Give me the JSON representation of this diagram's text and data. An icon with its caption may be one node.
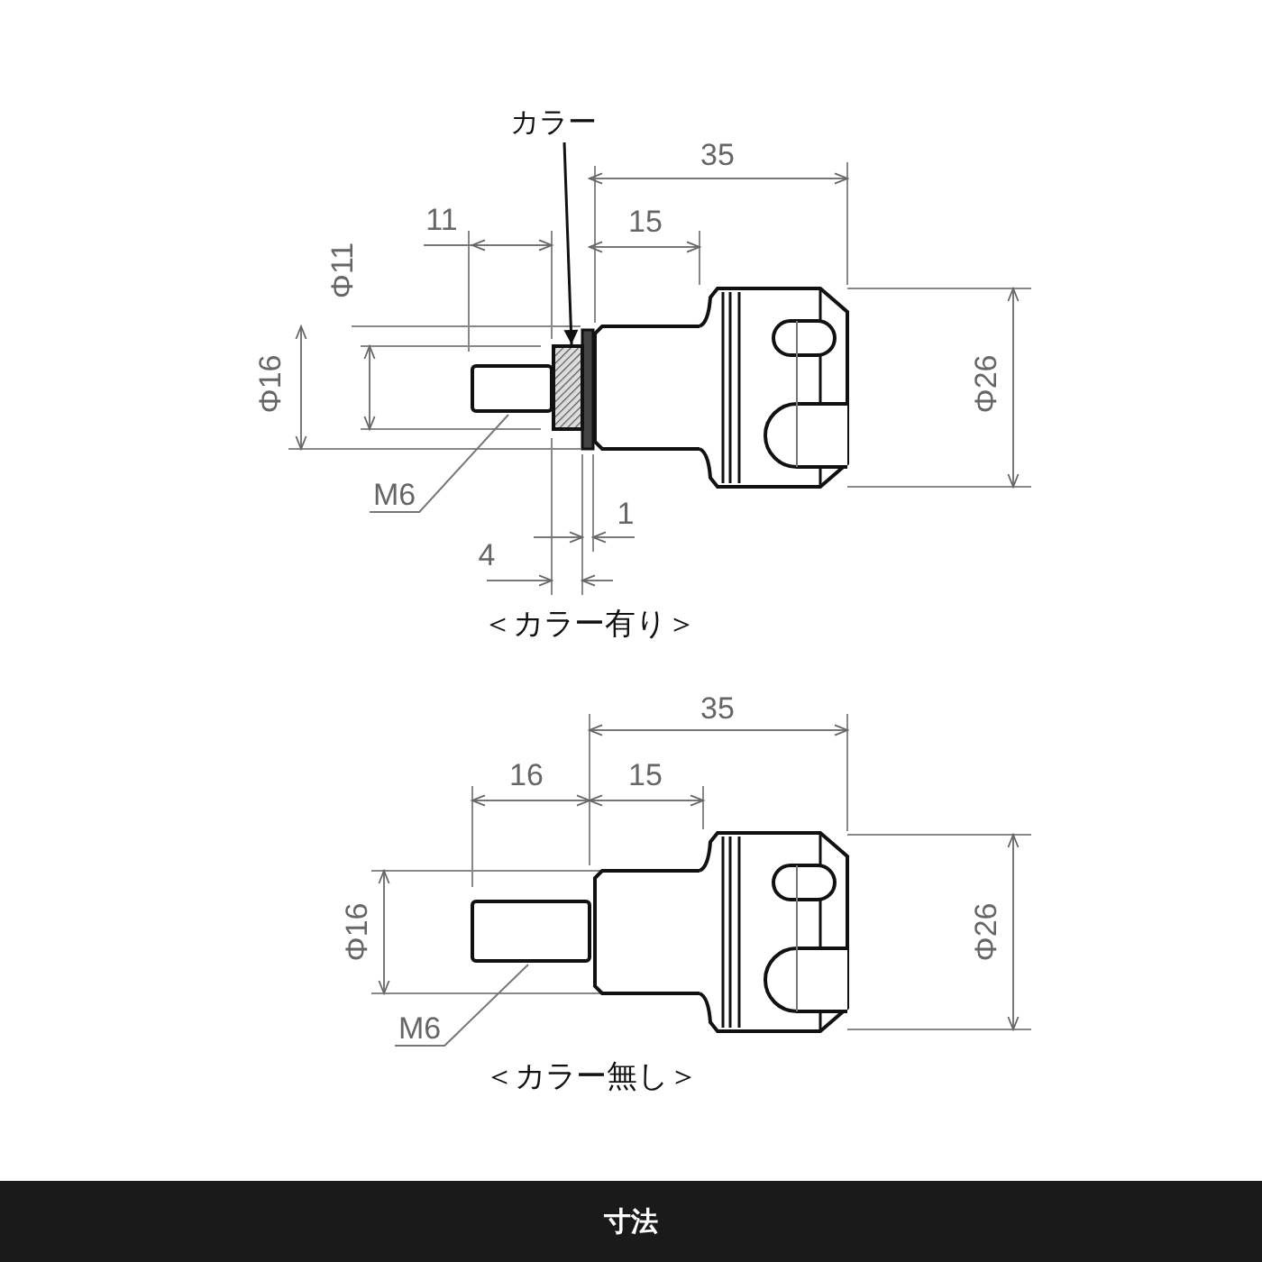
{
  "diagram": {
    "caption": "寸法",
    "nodes": [
      {
        "text": [
          "カラー"
        ]
      },
      {
        "text": [],
        "shape": "box"
      },
      {
        "text": [
          "M6"
        ]
      },
      {
        "text": [],
        "shape": "box"
      },
      {
        "text": [
          "M6"
        ]
      },
      {
        "text": [],
        "shape": "box"
      }
    ],
    "edges": [
      {
        "from": 0,
        "to": 1,
        "arrow": "to",
        "color": "#111111"
      },
      {
        "from": 2,
        "to": 3,
        "arrow": "none"
      },
      {
        "from": 4,
        "to": 5,
        "arrow": "none"
      }
    ],
    "labels": [
      "35",
      "11",
      "15",
      "Φ11",
      "Φ16",
      "Φ26",
      "1",
      "4",
      "＜カラー有り＞",
      "35",
      "16",
      "15",
      "Φ16",
      "Φ26",
      "＜カラー無し＞"
    ]
  }
}
